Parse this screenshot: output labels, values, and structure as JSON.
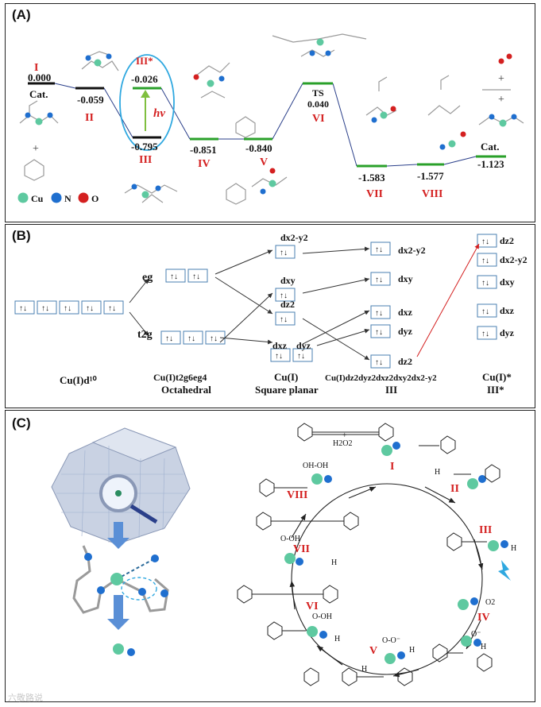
{
  "panelA": {
    "label": "(A)",
    "states": [
      {
        "id": "I",
        "energy": "0.000",
        "name": "Cat.",
        "color": "#111111"
      },
      {
        "id": "II",
        "energy": "-0.059",
        "color": "#111111"
      },
      {
        "id": "III",
        "energy": "-0.795",
        "color": "#111111"
      },
      {
        "id": "III*",
        "energy": "-0.026",
        "color": "#2aa02a"
      },
      {
        "id": "IV",
        "energy": "-0.851",
        "color": "#2aa02a"
      },
      {
        "id": "V",
        "energy": "-0.840",
        "color": "#2aa02a"
      },
      {
        "id": "TS",
        "energy": "0.040",
        "name": "VI",
        "color": "#2aa02a"
      },
      {
        "id": "VII",
        "energy": "-1.583",
        "color": "#2aa02a"
      },
      {
        "id": "VIII",
        "energy": "-1.577",
        "color": "#2aa02a"
      },
      {
        "id": "Cat.",
        "energy": "-1.123",
        "color": "#2aa02a"
      }
    ],
    "hv": "hv",
    "plus": "+",
    "legend": [
      {
        "label": "Cu",
        "color": "#5ec9a0"
      },
      {
        "label": "N",
        "color": "#1f6fcf"
      },
      {
        "label": "O",
        "color": "#d42020"
      }
    ]
  },
  "panelB": {
    "label": "(B)",
    "col1": {
      "caption": "Cu(I)d¹⁰"
    },
    "col2": {
      "eg": "eg",
      "t2g": "t2g",
      "caption1": "Cu(I)t2g6eg4",
      "caption2": "Octahedral"
    },
    "col3": {
      "levels": [
        "dx2-y2",
        "dxy",
        "dz2",
        "dxz",
        "dyz"
      ],
      "caption1": "Cu(I)",
      "caption2": "Square planar"
    },
    "col4": {
      "levels": [
        "dx2-y2",
        "dxy",
        "dxz",
        "dyz",
        "dz2"
      ],
      "caption1": "Cu(I)dz2dyz2dxz2dxy2dx2-y2",
      "caption2": "III"
    },
    "col5": {
      "levels": [
        "dz2",
        "dx2-y2",
        "dxy",
        "dxz",
        "dyz"
      ],
      "caption1": "Cu(I)*",
      "caption2": "III*"
    },
    "electron_pair": "↑↓"
  },
  "panelC": {
    "label": "(C)",
    "cycle": [
      "I",
      "II",
      "III",
      "IV",
      "V",
      "VI",
      "VII",
      "VIII"
    ],
    "reagents": {
      "h2o2": "H2O2",
      "o2": "O2",
      "plus": "+"
    },
    "groups": {
      "ooh": "O-OH",
      "ohoh": "OH-OH",
      "oo": "O-O⁻",
      "h": "H",
      "o_minus": "O⁻"
    }
  },
  "watermark": "六敬路说"
}
